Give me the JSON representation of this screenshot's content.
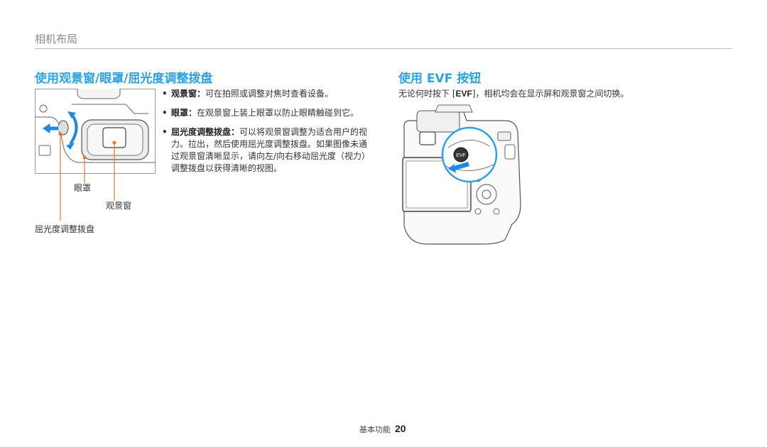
{
  "header": {
    "title": "相机布局"
  },
  "left_section": {
    "title": "使用观景窗/眼罩/屈光度调整拨盘",
    "bullets": [
      {
        "term": "观景窗",
        "sep": "：",
        "text": "可在拍照或调整对焦时查看设备。"
      },
      {
        "term": "眼罩",
        "sep": "：",
        "text": "在观景窗上装上眼罩以防止眼睛触碰到它。"
      },
      {
        "term": "屈光度调整拨盘",
        "sep": "：",
        "text": "可以将观景窗调整为适合用户的视力。拉出，然后使用屈光度调整拨盘。如果图像未通过观景窗清晰显示，请向左/向右移动屈光度（视力）调整拨盘以获得清晰的视图。"
      }
    ],
    "callouts": {
      "eyecup": "眼罩",
      "viewfinder": "观景窗",
      "diopter": "屈光度调整拨盘"
    }
  },
  "right_section": {
    "title": "使用 EVF 按钮",
    "text_before": "无论何时按下 [",
    "key": "EVF",
    "text_after": "]，相机均会在显示屏和观景窗之间切换。",
    "button_label": "EVF"
  },
  "footer": {
    "label": "基本功能",
    "page_number": "20"
  },
  "colors": {
    "accent": "#2aa3e5",
    "callout_line": "#e07b2b",
    "arrow_blue": "#1e88e5"
  }
}
